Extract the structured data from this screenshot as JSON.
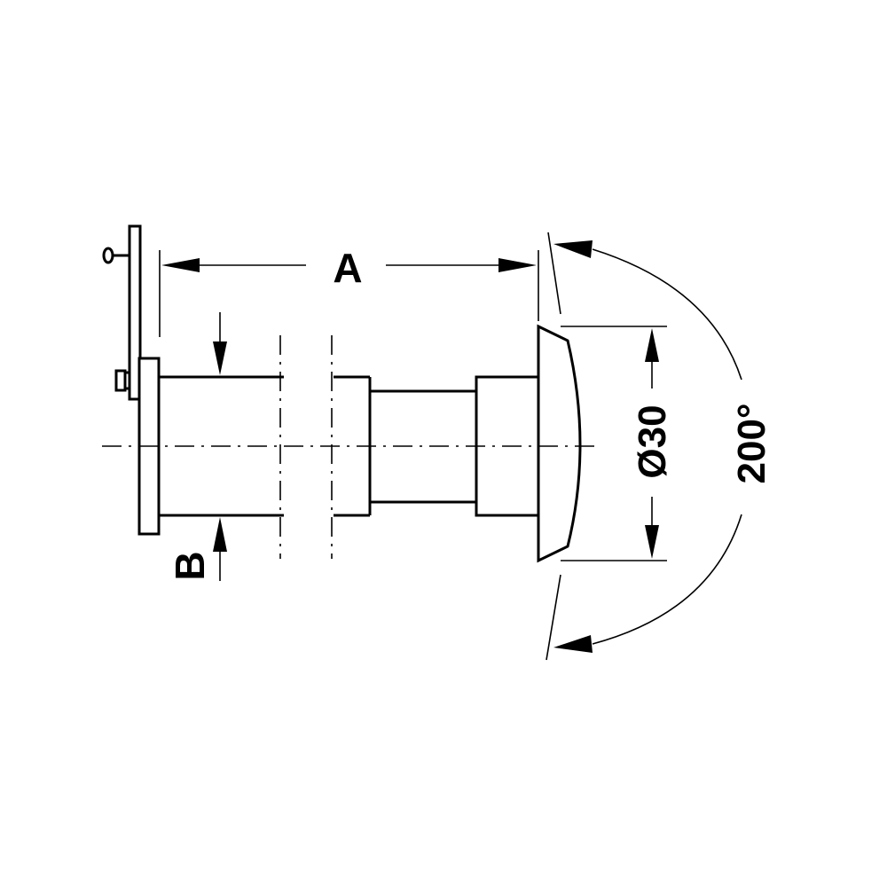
{
  "labels": {
    "length": "A",
    "wall": "B",
    "diameter": "Ø30",
    "angle": "200°"
  },
  "colors": {
    "line": "#000000",
    "background": "#ffffff"
  }
}
